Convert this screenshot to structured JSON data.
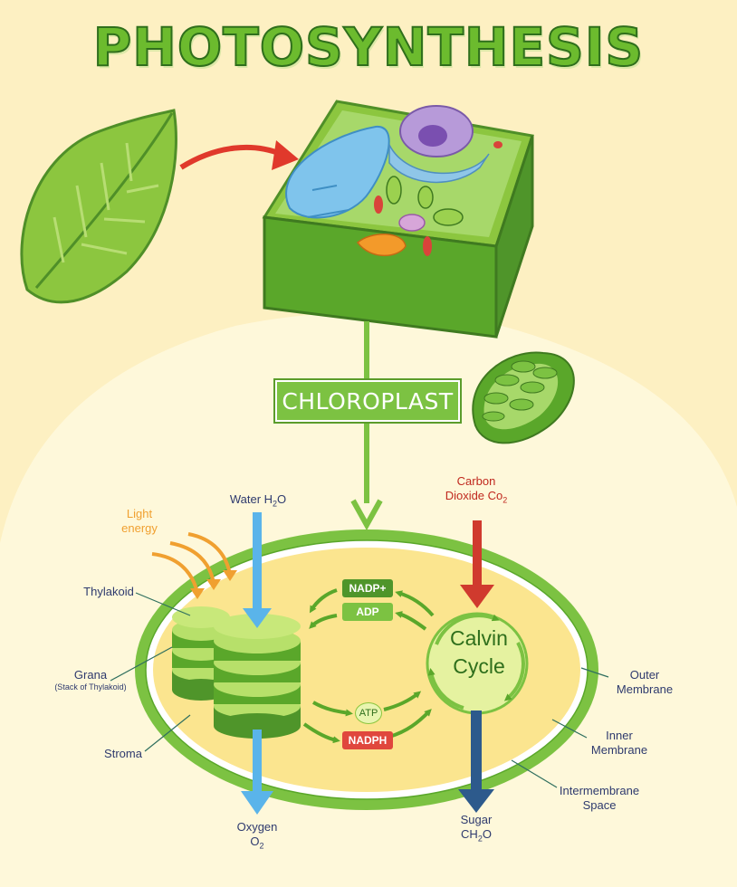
{
  "title": "PHOTOSYNTHESIS",
  "chloroplast_label": "CHLOROPLAST",
  "labels": {
    "water": "Water H",
    "water_sub": "2",
    "water_tail": "O",
    "light_line1": "Light",
    "light_line2": "energy",
    "carbon_line1": "Carbon",
    "carbon_line2": "Dioxide  Co",
    "carbon_sub": "2",
    "thylakoid": "Thylakoid",
    "grana": "Grana",
    "grana_sub": "(Stack of Thylakoid)",
    "stroma": "Stroma",
    "outer_line1": "Outer",
    "outer_line2": "Membrane",
    "inner_line1": "Inner",
    "inner_line2": "Membrane",
    "inter_line1": "Intermembrane",
    "inter_line2": "Space",
    "oxygen_line1": "Oxygen",
    "oxygen_line2": "O",
    "oxygen_sub": "2",
    "sugar_line1": "Sugar",
    "sugar_line2": "CH",
    "sugar_sub": "2",
    "sugar_tail": "O"
  },
  "cycle": {
    "nadp_plus": "NADP+",
    "adp": "ADP",
    "atp": "ATP",
    "nadph": "NADPH",
    "calvin_line1": "Calvin",
    "calvin_line2": "Cycle"
  },
  "colors": {
    "background": "#fdf0c2",
    "title_green": "#6cbb2e",
    "chloroplast_green": "#7cc242",
    "dark_green": "#2f6f1c",
    "water_blue": "#5ab4ea",
    "co2_red": "#d03a2e",
    "sugar_blue": "#2d5a8c",
    "nadph_red": "#e0473d",
    "light_orange": "#f0a030"
  }
}
